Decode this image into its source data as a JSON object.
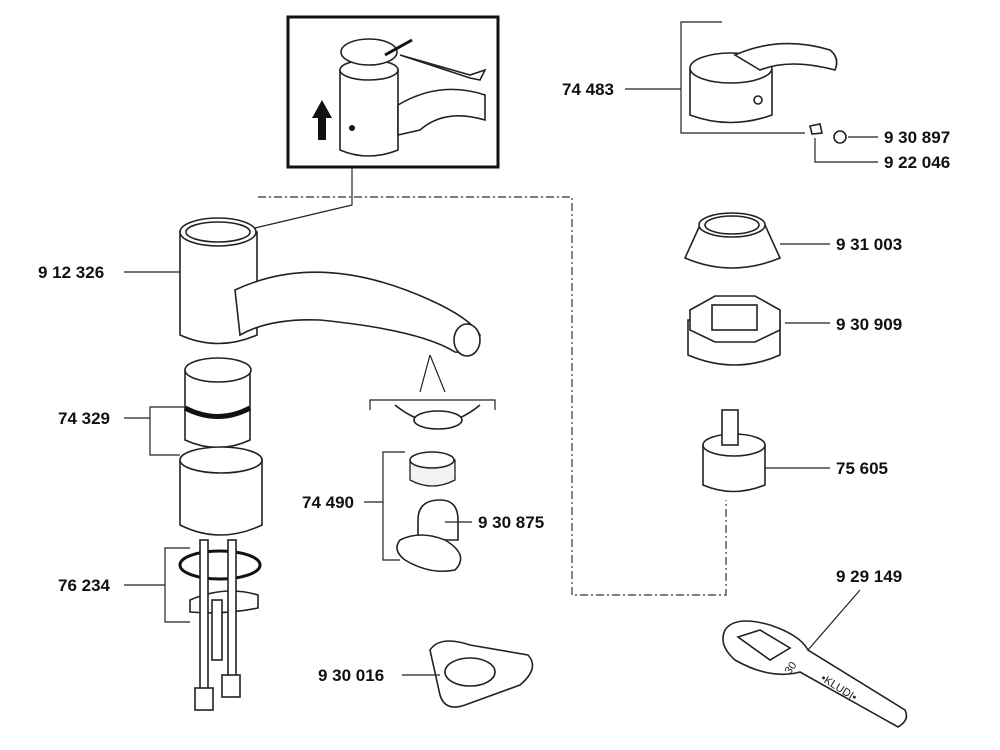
{
  "parts": {
    "handle": "74 483",
    "cap": "9 30 897",
    "screw": "9 22 046",
    "cover_ring": "9 31 003",
    "nut": "9 30 909",
    "cartridge": "75 605",
    "wrench": "9 29 149",
    "spout_body": "9 12 326",
    "sleeve": "74 329",
    "aerator": "74 490",
    "aerator_key": "9 30 875",
    "mounting_set": "76 234",
    "base_gasket": "9 30 016"
  },
  "wrench_markings": {
    "size": "30",
    "brand": "•KLUDI•"
  }
}
